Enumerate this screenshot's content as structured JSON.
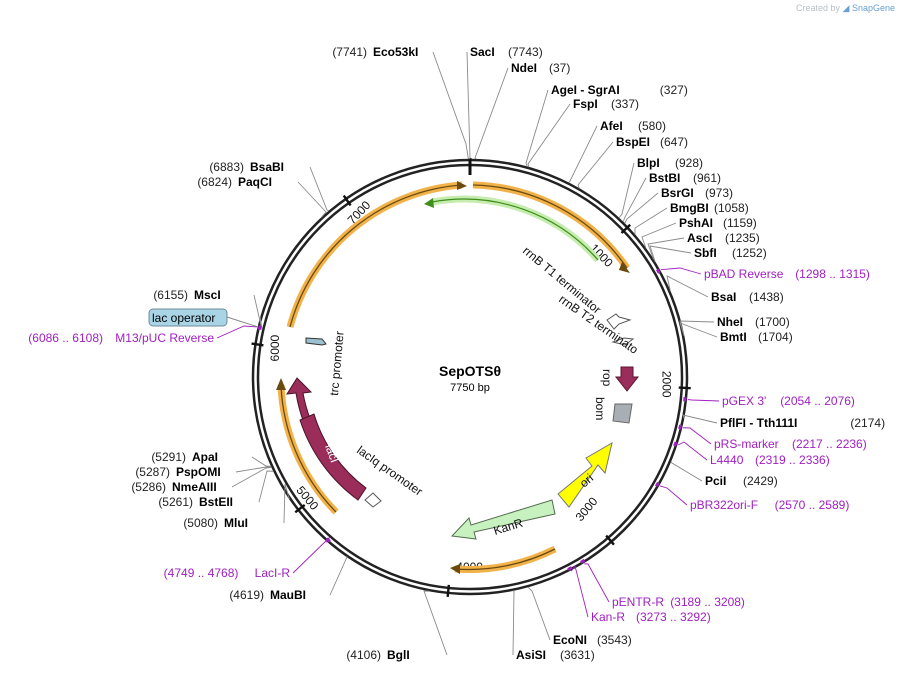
{
  "credit": {
    "created_by": "Created by",
    "brand": "SnapGene"
  },
  "plasmid": {
    "name": "SepOTSθ",
    "length_label": "7750 bp",
    "length": 7750
  },
  "ticks": [
    {
      "pos": 1000,
      "label": "1000"
    },
    {
      "pos": 2000,
      "label": "2000"
    },
    {
      "pos": 3000,
      "label": "3000"
    },
    {
      "pos": 4000,
      "label": "4000"
    },
    {
      "pos": 5000,
      "label": "5000"
    },
    {
      "pos": 6000,
      "label": "6000"
    },
    {
      "pos": 7000,
      "label": "7000"
    }
  ],
  "enzymes": [
    {
      "name": "Eco53kI",
      "pos_text": "(7741)",
      "pos": 7741
    },
    {
      "name": "SacI",
      "pos_text": "(7743)",
      "pos": 7743
    },
    {
      "name": "NdeI",
      "pos_text": "(37)",
      "pos": 37
    },
    {
      "name": "AgeI  -  SgrAI",
      "pos_text": "(327)",
      "pos": 327
    },
    {
      "name": "FspI",
      "pos_text": "(337)",
      "pos": 337
    },
    {
      "name": "AfeI",
      "pos_text": "(580)",
      "pos": 580
    },
    {
      "name": "BspEI",
      "pos_text": "(647)",
      "pos": 647
    },
    {
      "name": "BlpI",
      "pos_text": "(928)",
      "pos": 928
    },
    {
      "name": "BstBI",
      "pos_text": "(961)",
      "pos": 961
    },
    {
      "name": "BsrGI",
      "pos_text": "(973)",
      "pos": 973
    },
    {
      "name": "BmgBI",
      "pos_text": "(1058)",
      "pos": 1058
    },
    {
      "name": "PshAI",
      "pos_text": "(1159)",
      "pos": 1159
    },
    {
      "name": "AscI",
      "pos_text": "(1235)",
      "pos": 1235
    },
    {
      "name": "SbfI",
      "pos_text": "(1252)",
      "pos": 1252
    },
    {
      "name": "BsaI",
      "pos_text": "(1438)",
      "pos": 1438
    },
    {
      "name": "NheI",
      "pos_text": "(1700)",
      "pos": 1700
    },
    {
      "name": "BmtI",
      "pos_text": "(1704)",
      "pos": 1704
    },
    {
      "name": "PflFI  -  Tth111I",
      "pos_text": "(2174)",
      "pos": 2174
    },
    {
      "name": "PciI",
      "pos_text": "(2429)",
      "pos": 2429
    },
    {
      "name": "EcoNI",
      "pos_text": "(3543)",
      "pos": 3543
    },
    {
      "name": "AsiSI",
      "pos_text": "(3631)",
      "pos": 3631
    },
    {
      "name": "BglI",
      "pos_text": "(4106)",
      "pos": 4106
    },
    {
      "name": "MauBI",
      "pos_text": "(4619)",
      "pos": 4619
    },
    {
      "name": "MluI",
      "pos_text": "(5080)",
      "pos": 5080
    },
    {
      "name": "BstEII",
      "pos_text": "(5261)",
      "pos": 5261
    },
    {
      "name": "NmeAIII",
      "pos_text": "(5286)",
      "pos": 5286
    },
    {
      "name": "PspOMI",
      "pos_text": "(5287)",
      "pos": 5287
    },
    {
      "name": "ApaI",
      "pos_text": "(5291)",
      "pos": 5291
    },
    {
      "name": "MscI",
      "pos_text": "(6155)",
      "pos": 6155
    },
    {
      "name": "PaqCI",
      "pos_text": "(6824)",
      "pos": 6824
    },
    {
      "name": "BsaBI",
      "pos_text": "(6883)",
      "pos": 6883
    }
  ],
  "primers": [
    {
      "name": "pBAD Reverse",
      "range": "(1298 .. 1315)",
      "mid": 1306
    },
    {
      "name": "pGEX 3'",
      "range": "(2054 .. 2076)",
      "mid": 2065
    },
    {
      "name": "pRS-marker",
      "range": "(2217 .. 2236)",
      "mid": 2226
    },
    {
      "name": "L4440",
      "range": "(2319 .. 2336)",
      "mid": 2327
    },
    {
      "name": "pBR322ori-F",
      "range": "(2570 .. 2589)",
      "mid": 2580
    },
    {
      "name": "pENTR-R",
      "range": "(3189 .. 3208)",
      "mid": 3198
    },
    {
      "name": "Kan-R",
      "range": "(3273 .. 3292)",
      "mid": 3282
    },
    {
      "name": "LacI-R",
      "range": "(4749 .. 4768)",
      "mid": 4758
    },
    {
      "name": "M13/pUC Reverse",
      "range": "(6086 .. 6108)",
      "mid": 6097
    }
  ],
  "lac_operator": {
    "label": "lac operator",
    "fill": "#a9d4e6"
  },
  "features": [
    {
      "label": "rrnB T1 terminator"
    },
    {
      "label": "rrnB T2 terminator"
    },
    {
      "label": "rop",
      "color": "#9b2d5a"
    },
    {
      "label": "bom",
      "color": "#a9aeb5"
    },
    {
      "label": "ori",
      "color": "#ffff00"
    },
    {
      "label": "KanR",
      "color": "#c7f2c0"
    },
    {
      "label": "lacI",
      "color": "#9b2d5a"
    },
    {
      "label": "lacIq promoter"
    },
    {
      "label": "trc promoter"
    }
  ],
  "colors": {
    "primer": "#a020c0",
    "orange_arc": "#f1b24a",
    "green_arc": "#5eab2a",
    "backbone": "#222222"
  }
}
